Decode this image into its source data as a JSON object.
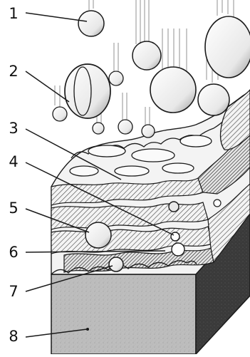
{
  "labels": [
    "1",
    "2",
    "3",
    "4",
    "5",
    "6",
    "7",
    "8"
  ],
  "colors": {
    "ink": "#1a1a1a",
    "substrate_front": "#bdbdbd",
    "substrate_side": "#3a3a3a",
    "coating_light": "#f2f2f2",
    "droplet_fill": "#fafafa"
  }
}
